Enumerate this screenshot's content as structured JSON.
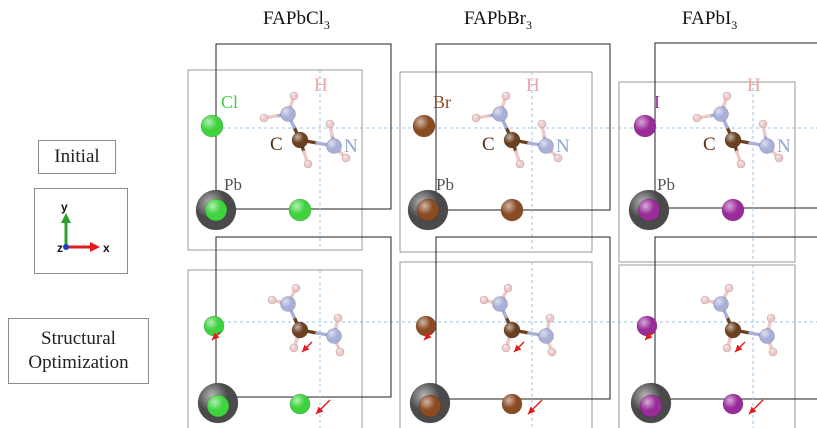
{
  "columns": [
    {
      "formula": "FAPbCl",
      "subscript": "3"
    },
    {
      "formula": "FAPbBr",
      "subscript": "3"
    },
    {
      "formula": "FAPbI",
      "subscript": "3"
    }
  ],
  "rows": {
    "initial": "Initial",
    "optimization_line1": "Structural",
    "optimization_line2": "Optimization"
  },
  "axes": {
    "y_label": "y",
    "z_label": "z",
    "x_label": "x"
  },
  "atom_labels": {
    "halides": [
      "Cl",
      "Br",
      "I"
    ],
    "hydrogen": "H",
    "carbon": "C",
    "nitrogen": "N",
    "lead": "Pb"
  },
  "colors": {
    "chlorine": "#3ed23e",
    "bromine": "#8a4a22",
    "iodine": "#9a2c9a",
    "carbon": "#6b4020",
    "nitrogen": "#a9b0d8",
    "hydrogen": "#f0c8c8",
    "lead": "#4a4a4a",
    "arrow": "#e41a1c",
    "guide_line": "#9cc3e6"
  }
}
